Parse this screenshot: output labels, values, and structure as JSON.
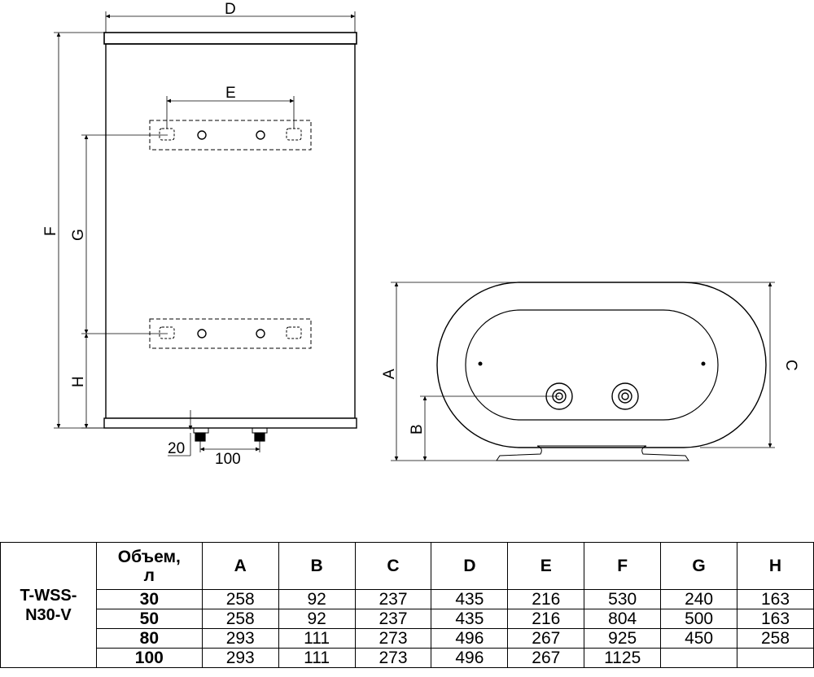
{
  "drawing": {
    "front_view_labels": {
      "d": "D",
      "e": "E",
      "f": "F",
      "g": "G",
      "h": "H",
      "offset": "20",
      "spacing": "100"
    },
    "side_view_labels": {
      "a": "A",
      "b": "B",
      "c": "C"
    }
  },
  "table": {
    "model": "T-WSS-N30-V",
    "model_lines": [
      "T-WSS-",
      "N30-V"
    ],
    "volume_header_lines": [
      "Объем,",
      "л"
    ],
    "columns": [
      "A",
      "B",
      "C",
      "D",
      "E",
      "F",
      "G",
      "H"
    ],
    "rows": [
      {
        "volume": "30",
        "values": [
          "258",
          "92",
          "237",
          "435",
          "216",
          "530",
          "240",
          "163"
        ]
      },
      {
        "volume": "50",
        "values": [
          "258",
          "92",
          "237",
          "435",
          "216",
          "804",
          "500",
          "163"
        ]
      },
      {
        "volume": "80",
        "values": [
          "293",
          "111",
          "273",
          "496",
          "267",
          "925",
          "450",
          "258"
        ]
      },
      {
        "volume": "100",
        "values": [
          "293",
          "111",
          "273",
          "496",
          "267",
          "1125",
          "",
          ""
        ]
      }
    ]
  }
}
